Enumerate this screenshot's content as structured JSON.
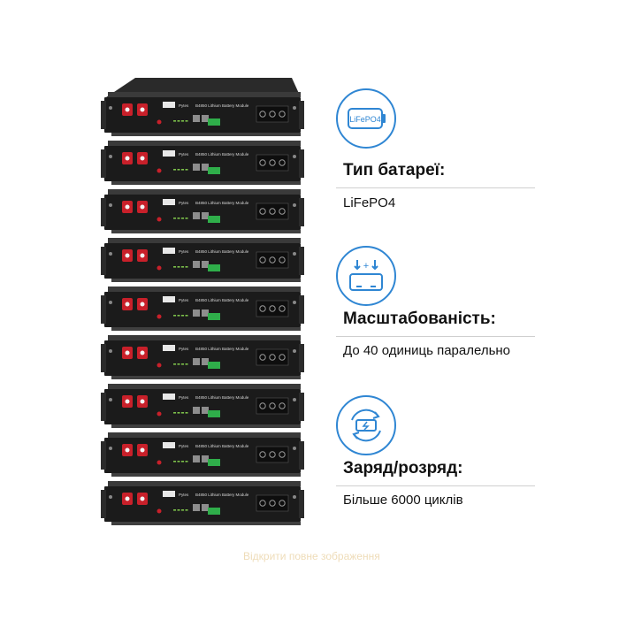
{
  "product": {
    "module_label": "B4850 Lithium Battery Module",
    "brand_label": "Pytes",
    "module_count": 9
  },
  "specs": [
    {
      "icon_name": "lifepo4-battery-icon",
      "icon_text": "LiFePO4",
      "title": "Тип батареї:",
      "value": "LiFePO4"
    },
    {
      "icon_name": "parallel-battery-icon",
      "title": "Масштабованість:",
      "value": "До 40 одиниць паралельно"
    },
    {
      "icon_name": "charge-cycle-icon",
      "title": "Заряд/розряд:",
      "value": "Більше 6000 циклів"
    }
  ],
  "watermark": "Відкрити повне зображення",
  "colors": {
    "accent": "#2f86d3",
    "terminal_red": "#c8202a",
    "connector_green": "#2fae4a",
    "chassis": "#1b1b1b"
  }
}
